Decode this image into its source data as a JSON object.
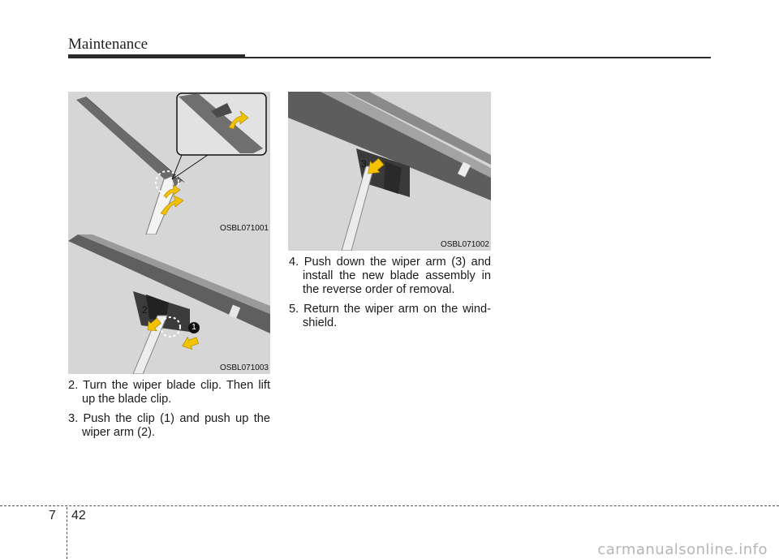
{
  "header": {
    "title": "Maintenance"
  },
  "figures": {
    "fig1": {
      "code": "OSBL071001"
    },
    "fig2": {
      "code": "OSBL071003",
      "callout_1": "1",
      "callout_2": "2"
    },
    "fig3": {
      "code": "OSBL071002",
      "callout_3": "3"
    }
  },
  "steps_left": [
    {
      "text": "2. Turn the wiper blade clip. Then lift up the blade clip."
    },
    {
      "text": "3. Push the clip (1) and push up the wiper arm (2)."
    }
  ],
  "steps_right": [
    {
      "text": "4. Push down the wiper arm (3) and install the new blade assembly in the reverse order of removal."
    },
    {
      "text": "5. Return the wiper arm on the wind- shield."
    }
  ],
  "footer": {
    "chapter": "7",
    "page": "42"
  },
  "watermark": "carmanualsonline.info",
  "colors": {
    "arrow": "#f2c200",
    "figure_bg": "#d6d6d6",
    "rule": "#2a2a2a"
  }
}
